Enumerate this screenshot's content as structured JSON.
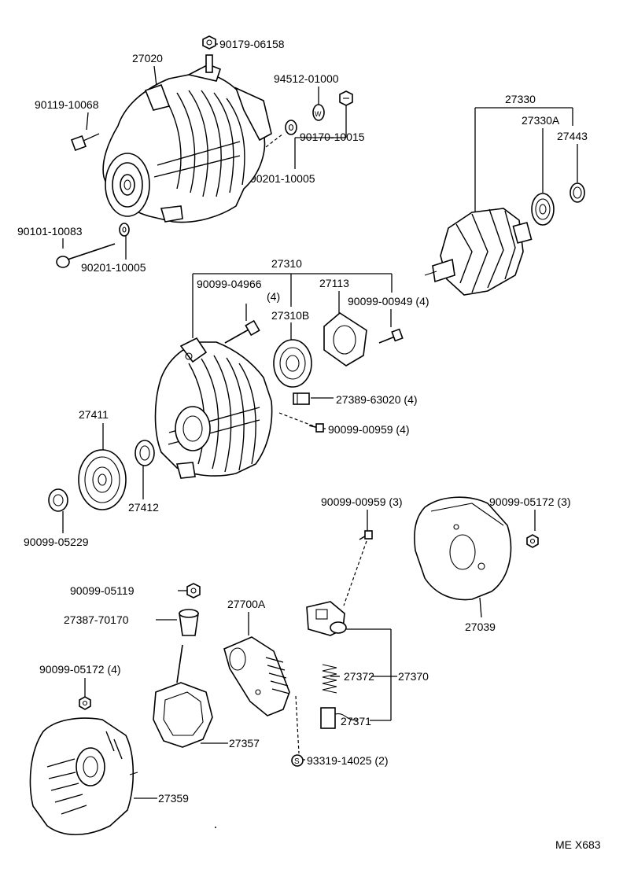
{
  "labels": {
    "p90179_06158": "90179-06158",
    "p27020": "27020",
    "p94512_01000": "94512-01000",
    "p90119_10068": "90119-10068",
    "p90170_10015": "90170-10015",
    "p90201_10005_a": "90201-10005",
    "p90101_10083": "90101-10083",
    "p90201_10005_b": "90201-10005",
    "p27330": "27330",
    "p27330A": "27330A",
    "p27443": "27443",
    "p27310": "27310",
    "p90099_04966": "90099-04966",
    "p90099_04966_qty": "(4)",
    "p27113": "27113",
    "p90099_00949": "90099-00949 (4)",
    "p27310B": "27310B",
    "p27389_63020": "27389-63020 (4)",
    "p90099_00959_a": "90099-00959 (4)",
    "p27411": "27411",
    "p27412": "27412",
    "p90099_05229": "90099-05229",
    "p90099_00959_b": "90099-00959 (3)",
    "p90099_05172_a": "90099-05172 (3)",
    "p27039": "27039",
    "p90099_05119": "90099-05119",
    "p27700A": "27700A",
    "p27387_70170": "27387-70170",
    "p90099_05172_b": "90099-05172 (4)",
    "p27372": "27372",
    "p27370": "27370",
    "p27371": "27371",
    "p27357": "27357",
    "p93319_14025": "93319-14025 (2)",
    "p27359": "27359",
    "code": "ME X683"
  },
  "markings": {
    "washer_w": "W",
    "screw_s": "S"
  }
}
